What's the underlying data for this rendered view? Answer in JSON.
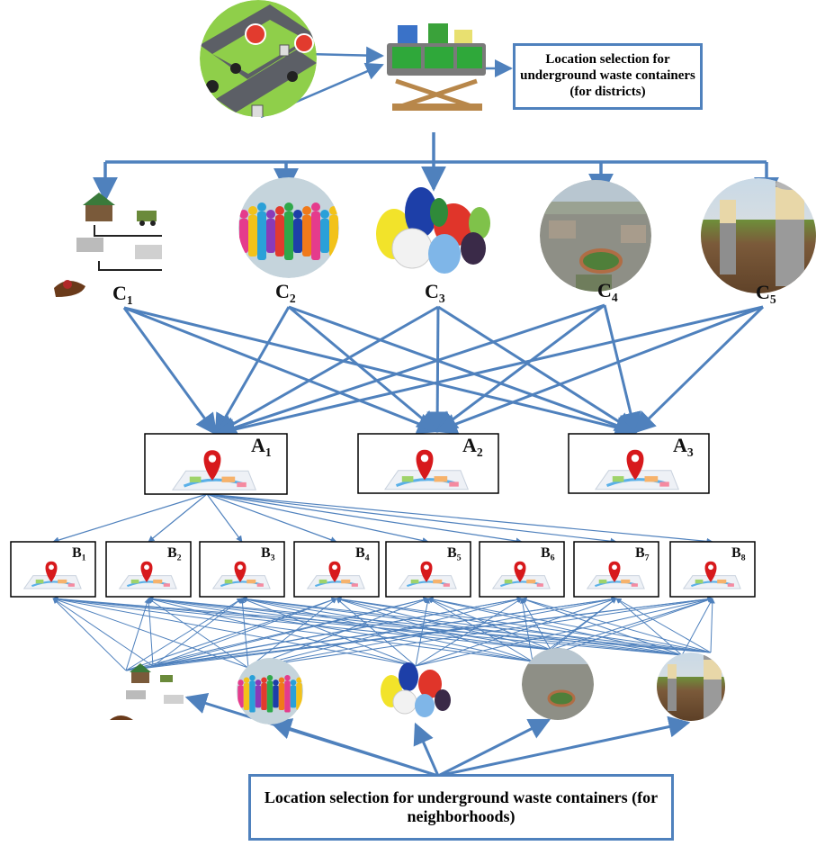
{
  "goal_top": "Location selection for underground waste containers (for districts)",
  "goal_bottom": "Location selection for underground waste containers (for neighborhoods)",
  "criteria": [
    {
      "letter": "C",
      "sub": "1",
      "icon": "transfer-flow-icon"
    },
    {
      "letter": "C",
      "sub": "2",
      "icon": "population-icon"
    },
    {
      "letter": "C",
      "sub": "3",
      "icon": "waste-bags-icon"
    },
    {
      "letter": "C",
      "sub": "4",
      "icon": "aerial-city-icon"
    },
    {
      "letter": "C",
      "sub": "5",
      "icon": "underground-container-icon"
    }
  ],
  "districts": [
    {
      "letter": "A",
      "sub": "1"
    },
    {
      "letter": "A",
      "sub": "2"
    },
    {
      "letter": "A",
      "sub": "3"
    }
  ],
  "neighborhoods": [
    {
      "letter": "B",
      "sub": "1"
    },
    {
      "letter": "B",
      "sub": "2"
    },
    {
      "letter": "B",
      "sub": "3"
    },
    {
      "letter": "B",
      "sub": "4"
    },
    {
      "letter": "B",
      "sub": "5"
    },
    {
      "letter": "B",
      "sub": "6"
    },
    {
      "letter": "B",
      "sub": "7"
    },
    {
      "letter": "B",
      "sub": "8"
    }
  ],
  "colors": {
    "arrow": "#4f81bd",
    "pin": "#d7191c",
    "box_border": "#4f81bd"
  }
}
